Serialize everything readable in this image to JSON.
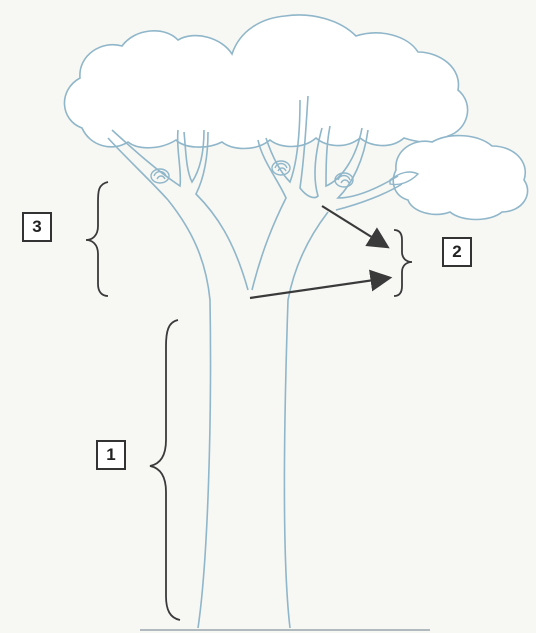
{
  "labels": [
    {
      "id": "3",
      "text": "3"
    },
    {
      "id": "2",
      "text": "2"
    },
    {
      "id": "1",
      "text": "1"
    }
  ],
  "colors": {
    "tree_outline": "#8fb6c9",
    "ink": "#3a3a3a",
    "box_border": "#333333"
  }
}
